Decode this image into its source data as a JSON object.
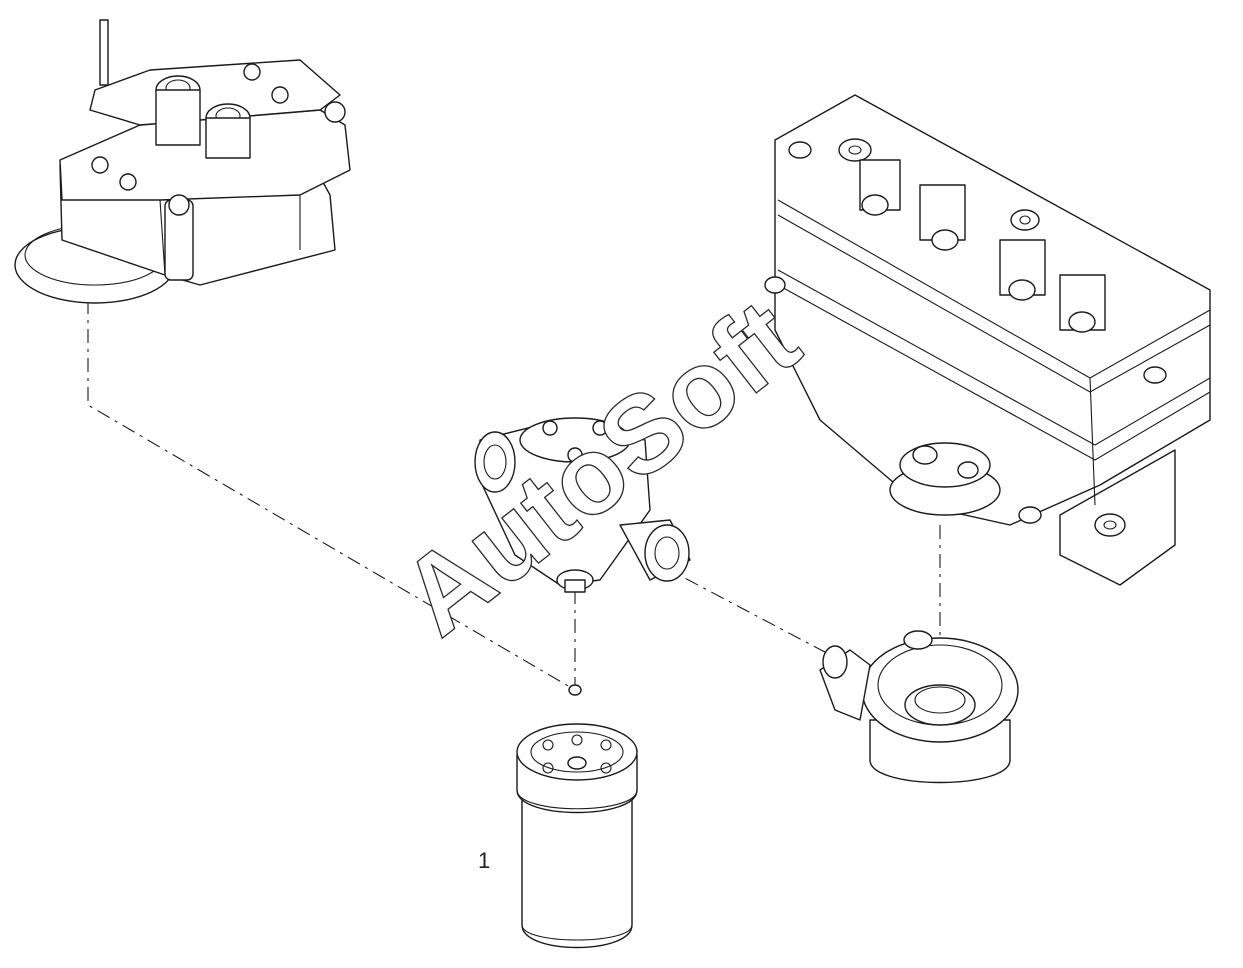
{
  "diagram": {
    "callouts": [
      {
        "id": "filter-cartridge",
        "label": "1"
      }
    ],
    "watermark": "AutoSoft"
  }
}
